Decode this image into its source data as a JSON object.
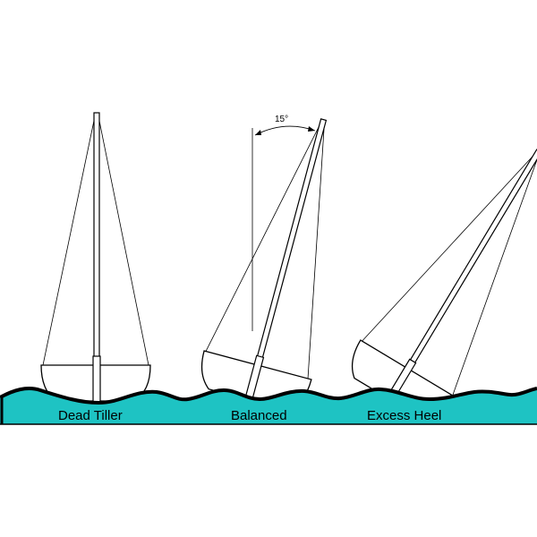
{
  "colors": {
    "water": "#1ec3c3",
    "outline": "#000000",
    "hull_fill": "#ffffff"
  },
  "labels": {
    "boat1": "Dead Tiller",
    "boat2": "Balanced",
    "boat3": "Excess Heel"
  },
  "annotation": {
    "angle": "15°"
  }
}
